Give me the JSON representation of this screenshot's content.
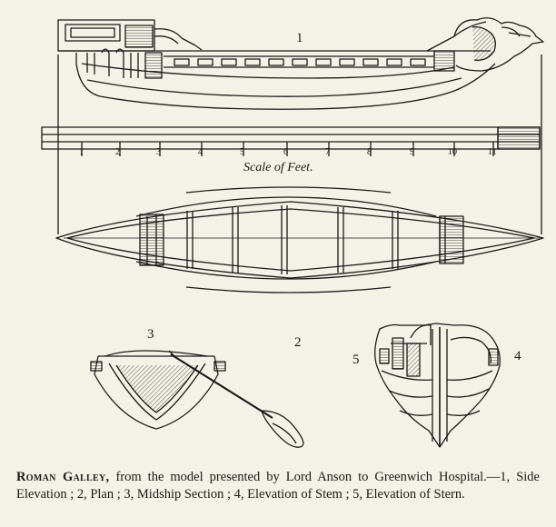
{
  "figure": {
    "labels": {
      "side_elevation": "1",
      "plan": "2",
      "midship_section": "3",
      "elevation_of_stem": "4",
      "elevation_of_stern": "5"
    },
    "scale": {
      "caption": "Scale of Feet.",
      "ticks": [
        "1",
        "2",
        "3",
        "4",
        "5",
        "6",
        "7",
        "8",
        "9",
        "10",
        "11"
      ]
    }
  },
  "caption": {
    "title": "Roman Galley,",
    "body": " from the model presented by Lord Anson to Greenwich Hospital.—1, Side Elevation ; 2, Plan ; 3, Midship Section ; 4, Elevation of Stem ; 5, Elevation of Stern."
  }
}
